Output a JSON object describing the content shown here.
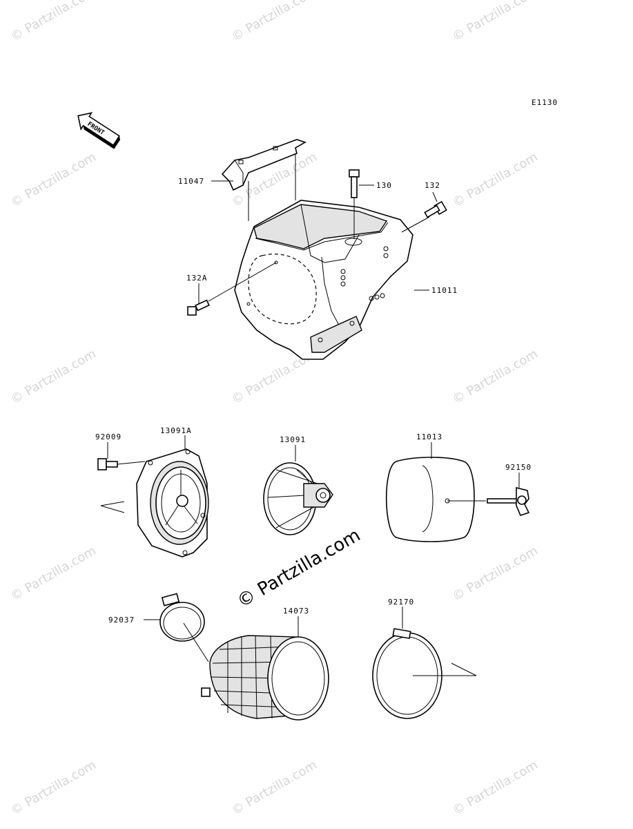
{
  "diagram_code": "E1130",
  "front_label": "FRONT",
  "watermark": "© Partzilla.com",
  "watermark_main": "© Partzilla.com",
  "parts": [
    {
      "id": "11047"
    },
    {
      "id": "130"
    },
    {
      "id": "132"
    },
    {
      "id": "132A"
    },
    {
      "id": "11011"
    },
    {
      "id": "92009"
    },
    {
      "id": "13091A"
    },
    {
      "id": "13091"
    },
    {
      "id": "11013"
    },
    {
      "id": "92150"
    },
    {
      "id": "92037"
    },
    {
      "id": "14073"
    },
    {
      "id": "92170"
    }
  ]
}
